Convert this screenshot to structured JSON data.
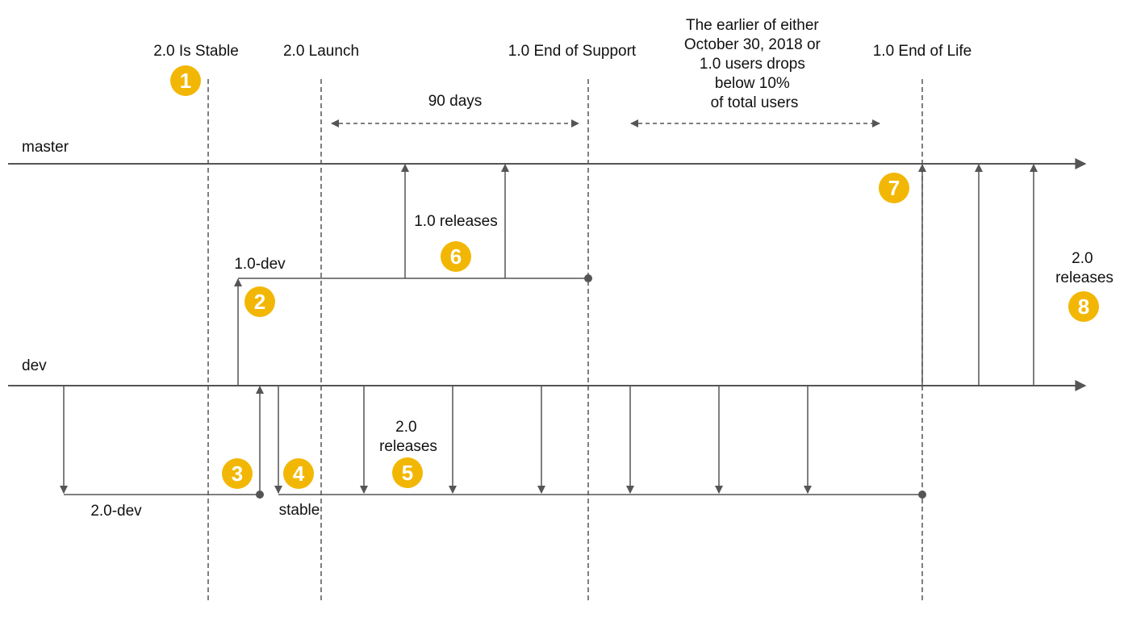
{
  "milestones": {
    "stable": "2.0 Is Stable",
    "launch": "2.0 Launch",
    "end_of_support": "1.0 End of Support",
    "end_of_life": "1.0 End of Life",
    "condition": [
      "The earlier of either",
      "October 30, 2018 or",
      "1.0 users drops",
      "below 10%",
      "of total users"
    ]
  },
  "durations": {
    "support_window": "90 days"
  },
  "branches": {
    "master": "master",
    "dev": "dev",
    "one_dev": "1.0-dev",
    "two_dev": "2.0-dev",
    "stable": "stable"
  },
  "release_labels": {
    "one_releases": "1.0 releases",
    "two_releases_stable": [
      "2.0",
      "releases"
    ],
    "two_releases_master": [
      "2.0",
      "releases"
    ]
  },
  "badges": [
    "1",
    "2",
    "3",
    "4",
    "5",
    "6",
    "7",
    "8"
  ],
  "colors": {
    "line": "#555555",
    "badge": "#F2B705",
    "text": "#111111"
  }
}
